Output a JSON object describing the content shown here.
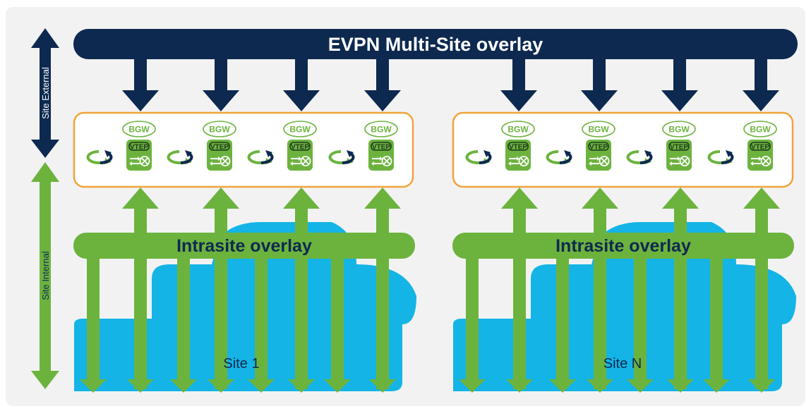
{
  "overlay_title": "EVPN Multi-Site overlay",
  "side_labels": {
    "external": "Site External",
    "internal": "Site Internal"
  },
  "sites": [
    {
      "intrasite_label": "Intrasite overlay",
      "site_label": "Site 1"
    },
    {
      "intrasite_label": "Intrasite overlay",
      "site_label": "Site N"
    }
  ],
  "gateway": {
    "bgw_label": "BGW",
    "vtep_label": "VTEP"
  },
  "colors": {
    "navy": "#0d2950",
    "green": "#6cb33e",
    "cloud": "#14b4e6",
    "orange": "#f2a33a",
    "panel_bg": "#f2f2f2"
  }
}
